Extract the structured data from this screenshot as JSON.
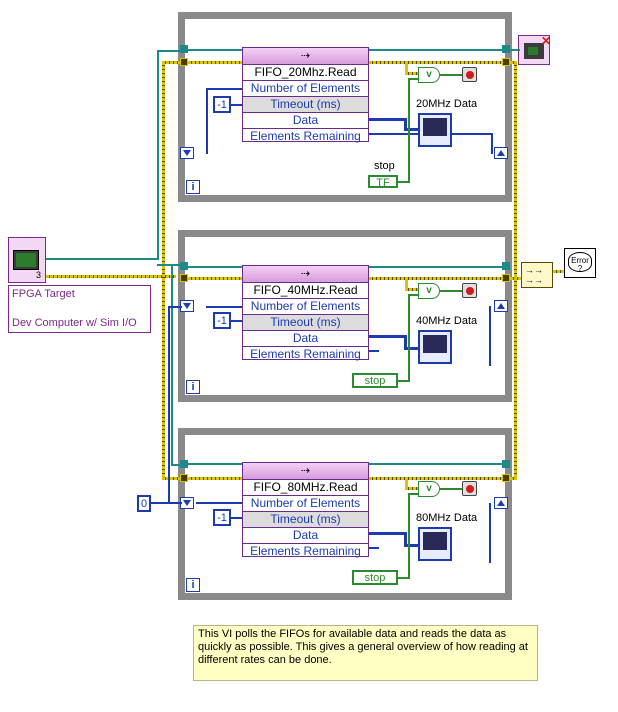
{
  "fpga": {
    "label_line1": "FPGA Target",
    "label_line2": "Dev Computer w/ Sim I/O",
    "count": "3"
  },
  "loops": [
    {
      "fifo_title": "FIFO_20Mhz.Read",
      "rows": [
        "Number of Elements",
        "Timeout (ms)",
        "Data",
        "Elements Remaining"
      ],
      "timeout_const": "-1",
      "graph_label": "20MHz Data",
      "stop_label": "stop",
      "tf_label": "TF",
      "iter_label": "i"
    },
    {
      "fifo_title": "FIFO_40MHz.Read",
      "rows": [
        "Number of Elements",
        "Timeout (ms)",
        "Data",
        "Elements Remaining"
      ],
      "timeout_const": "-1",
      "graph_label": "40MHz Data",
      "stop_label": "stop",
      "iter_label": "i"
    },
    {
      "fifo_title": "FIFO_80MHz.Read",
      "rows": [
        "Number of Elements",
        "Timeout (ms)",
        "Data",
        "Elements Remaining"
      ],
      "timeout_const": "-1",
      "graph_label": "80MHz Data",
      "stop_label": "stop",
      "iter_label": "i"
    }
  ],
  "zero_const": "0",
  "error_label": "Error ?",
  "note": "This VI polls the FIFOs for available data and reads the data as quickly as possible. This gives a general overview of how reading at different rates can be done.",
  "colors": {
    "loop_frame": "#8a8a8a",
    "blue_wire": "#1c3bb0",
    "teal_wire": "#1d8a8a",
    "error_wire": "#d9c400",
    "fifo_node": "#d79cdc"
  }
}
